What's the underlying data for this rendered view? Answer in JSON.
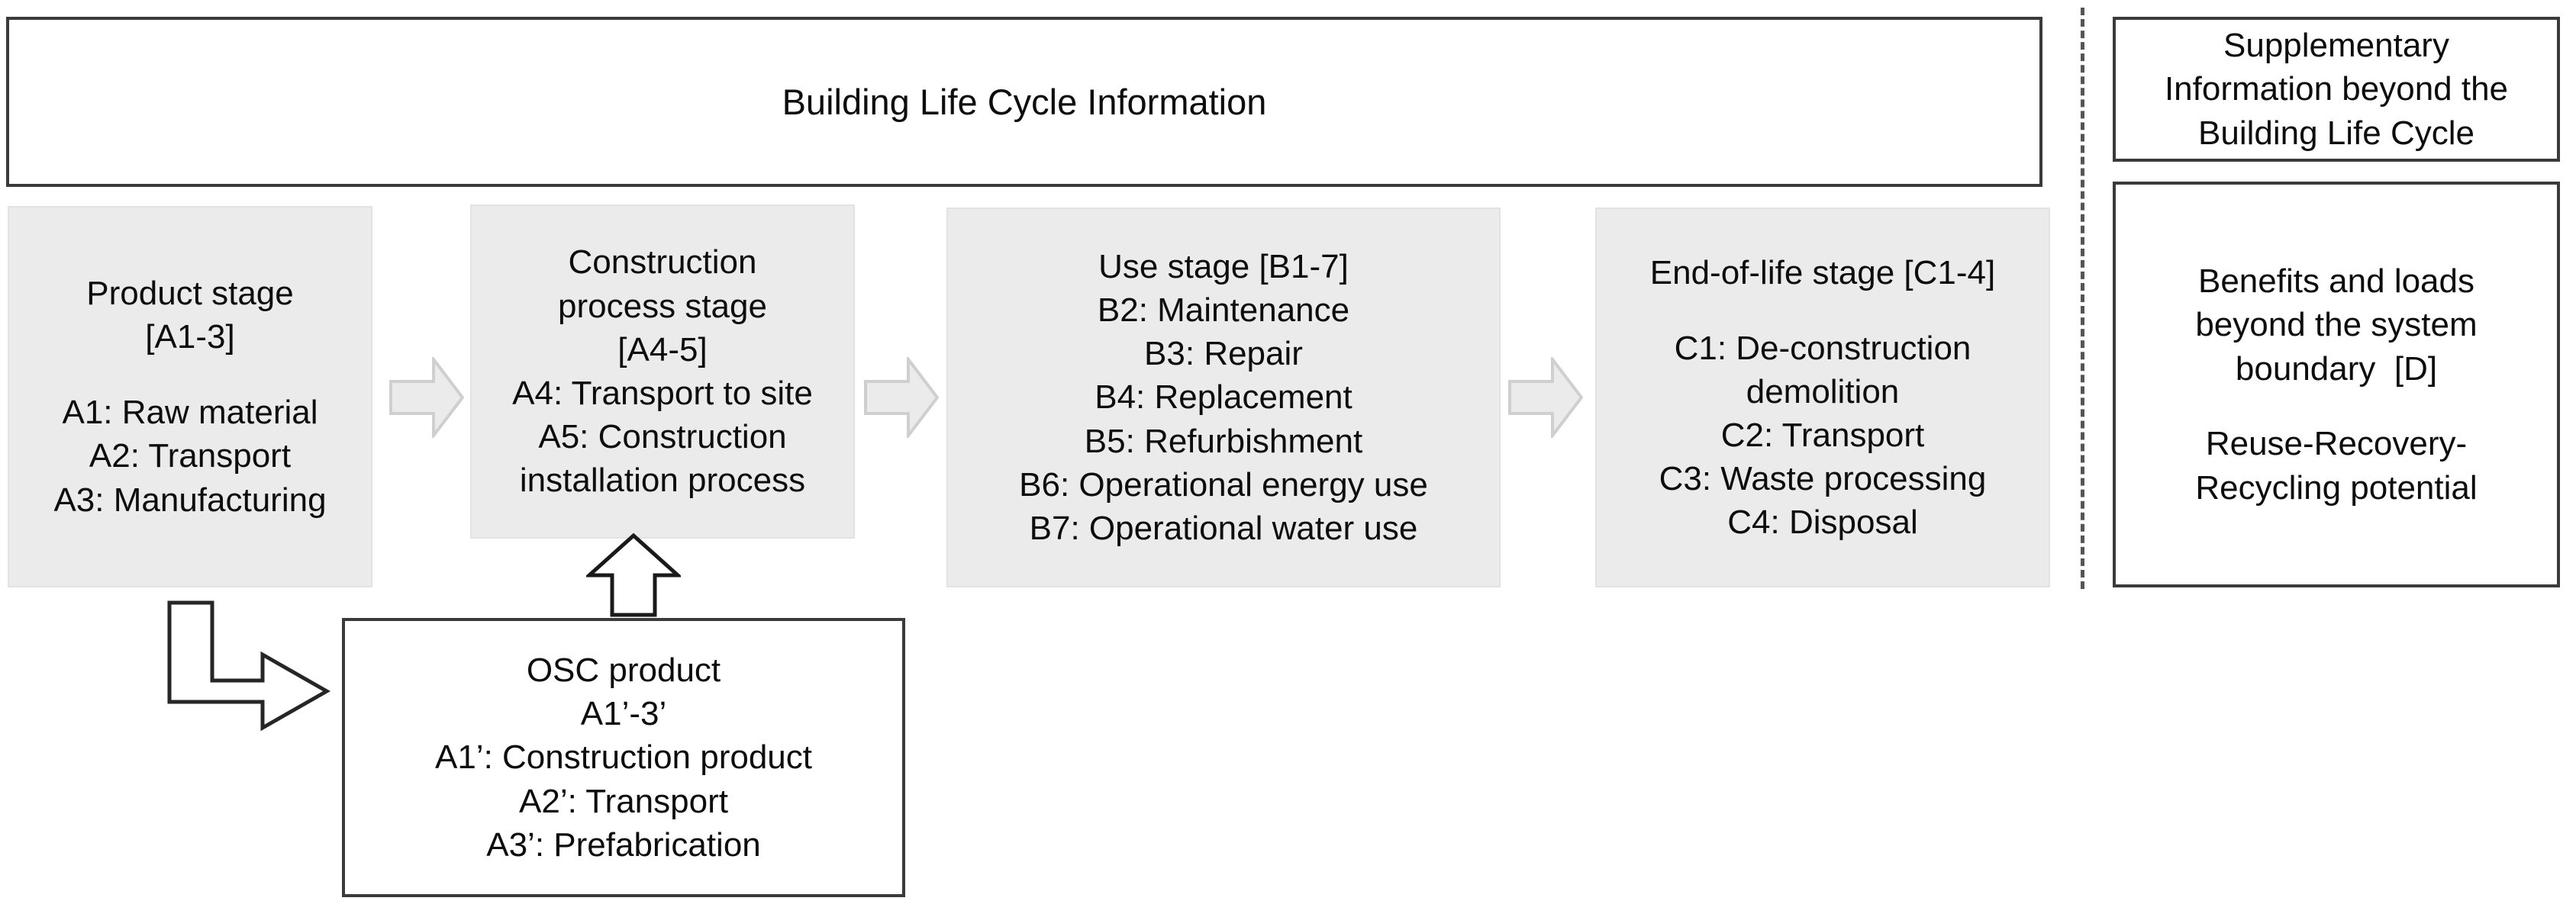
{
  "diagram": {
    "title": "Building Life Cycle Information",
    "header": {
      "label": "Building Life Cycle Information"
    },
    "stages": [
      {
        "id": "product-stage",
        "title_line1": "Product stage",
        "title_line2": "[A1-3]",
        "items": [
          "A1: Raw material",
          "A2: Transport",
          "A3: Manufacturing"
        ]
      },
      {
        "id": "construction-process-stage",
        "title_line1": "Construction",
        "title_line2": "process stage",
        "title_line3": "[A4-5]",
        "items": [
          "A4: Transport to site",
          "A5: Construction",
          "installation process"
        ]
      },
      {
        "id": "use-stage",
        "title_line1": "Use stage [B1-7]",
        "items": [
          "B2: Maintenance",
          "B3: Repair",
          "B4: Replacement",
          "B5: Refurbishment",
          "B6: Operational energy use",
          "B7: Operational water use"
        ]
      },
      {
        "id": "end-of-life-stage",
        "title_line1": "End-of-life stage [C1-4]",
        "items": [
          "C1: De-construction",
          "demolition",
          "C2: Transport",
          "C3: Waste processing",
          "C4: Disposal"
        ]
      }
    ],
    "osc": {
      "title_line1": "OSC product",
      "title_line2": "A1’-3’",
      "items": [
        "A1’: Construction product",
        "A2’: Transport",
        "A3’: Prefabrication"
      ]
    },
    "supplementary": {
      "line1": "Supplementary",
      "line2": "Information beyond the",
      "line3": "Building Life Cycle"
    },
    "benefits": {
      "line1": "Benefits and loads",
      "line2": "beyond the system",
      "line3": "boundary  [D]",
      "line4": "Reuse-Recovery-",
      "line5": "Recycling potential"
    },
    "icons": {
      "chevron_right": "chevron-right-arrow",
      "up_arrow": "up-arrow",
      "elbow_arrow": "elbow-arrow",
      "dashed_divider": "dashed-divider"
    },
    "colors": {
      "stage_fill": "#ebebeb",
      "stage_border": "#e2e2e2",
      "outline_border": "#3b3b3b",
      "text": "#0d0d0d",
      "chevron_fill": "#ebebeb",
      "chevron_border": "#cfcfcf",
      "divider": "#555555",
      "background": "#ffffff"
    }
  }
}
